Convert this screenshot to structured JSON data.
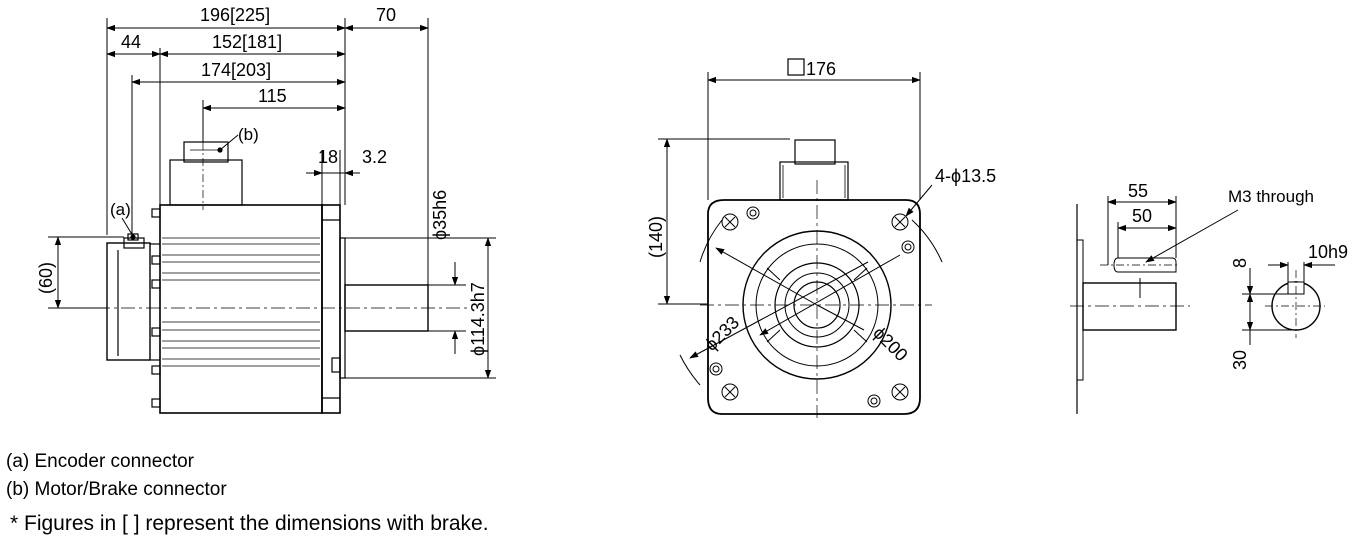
{
  "side_view": {
    "dims": {
      "overall_length": "196[225]",
      "shaft_length": "70",
      "rear_offset": "44",
      "body_length": "152[181]",
      "body_length_alt": "174[203]",
      "connector_position": "115",
      "flange_thickness": "18",
      "spigot_depth": "3.2",
      "shaft_diameter": "ϕ35h6",
      "spigot_diameter": "ϕ114.3h7",
      "encoder_height": "(60)"
    },
    "labels": {
      "a": "(a)",
      "b": "(b)"
    }
  },
  "front_view": {
    "dims": {
      "flange_size": "176",
      "height": "(140)",
      "mounting_holes": "4-ϕ13.5",
      "bolt_circle": "ϕ233",
      "pilot_circle": "ϕ200"
    }
  },
  "shaft_detail": {
    "dims": {
      "key_length_outer": "55",
      "key_length_inner": "50",
      "tap": "M3 through",
      "key_height": "8",
      "key_width": "10h9",
      "shaft_height": "30"
    }
  },
  "legend": {
    "a": "(a) Encoder connector",
    "b": "(b) Motor/Brake connector",
    "note": "* Figures in [  ] represent the dimensions with brake."
  }
}
